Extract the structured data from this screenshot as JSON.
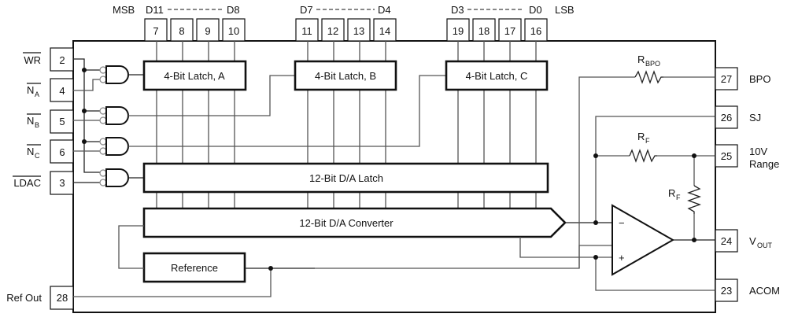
{
  "diagram": {
    "title": "12-Bit D/A Converter Functional Block Diagram",
    "colors": {
      "line": "#111111",
      "wire": "#555555",
      "background": "#ffffff"
    },
    "bit_groups": [
      {
        "msb_label": "MSB",
        "range_from": "D11",
        "range_to": "D8",
        "pins": [
          "7",
          "8",
          "9",
          "10"
        ]
      },
      {
        "range_from": "D7",
        "range_to": "D4",
        "pins": [
          "11",
          "12",
          "13",
          "14"
        ]
      },
      {
        "range_from": "D3",
        "range_to": "D0",
        "lsb_label": "LSB",
        "pins": [
          "19",
          "18",
          "17",
          "16"
        ]
      }
    ],
    "left_pins": [
      {
        "label": "WR",
        "overbar": true,
        "num": "2"
      },
      {
        "label": "N",
        "sub": "A",
        "overbar": true,
        "num": "4"
      },
      {
        "label": "N",
        "sub": "B",
        "overbar": true,
        "num": "5"
      },
      {
        "label": "N",
        "sub": "C",
        "overbar": true,
        "num": "6"
      },
      {
        "label": "LDAC",
        "overbar": true,
        "num": "3"
      },
      {
        "label": "Ref Out",
        "overbar": false,
        "num": "28"
      }
    ],
    "right_pins": [
      {
        "label": "BPO",
        "num": "27"
      },
      {
        "label": "SJ",
        "num": "26"
      },
      {
        "label": "10V",
        "label2": "Range",
        "num": "25"
      },
      {
        "label": "V",
        "sub": "OUT",
        "num": "24"
      },
      {
        "label": "ACOM",
        "num": "23"
      }
    ],
    "blocks": {
      "latch_a": "4-Bit Latch, A",
      "latch_b": "4-Bit Latch, B",
      "latch_c": "4-Bit Latch, C",
      "da_latch": "12-Bit D/A Latch",
      "converter": "12-Bit D/A Converter",
      "reference": "Reference"
    },
    "resistors": {
      "rbpo": {
        "name": "R",
        "sub": "BPO"
      },
      "rf1": {
        "name": "R",
        "sub": "F"
      },
      "rf2": {
        "name": "R",
        "sub": "F"
      }
    },
    "opamp": {
      "minus": "−",
      "plus": "+"
    }
  }
}
